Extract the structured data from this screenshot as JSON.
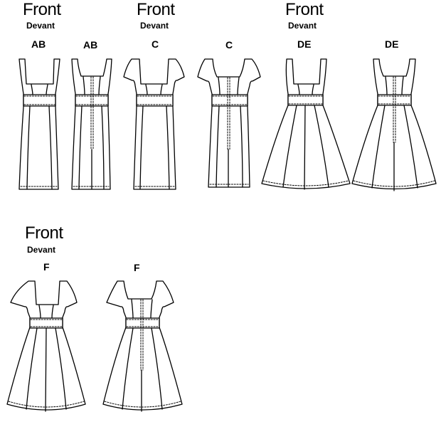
{
  "groups": [
    {
      "front": "Front",
      "devant": "Devant"
    },
    {
      "front": "Front",
      "devant": "Devant"
    },
    {
      "front": "Front",
      "devant": "Devant"
    },
    {
      "front": "Front",
      "devant": "Devant"
    }
  ],
  "views": [
    {
      "label": "AB"
    },
    {
      "label": "AB"
    },
    {
      "label": "C"
    },
    {
      "label": "C"
    },
    {
      "label": "DE"
    },
    {
      "label": "DE"
    },
    {
      "label": "F"
    },
    {
      "label": "F"
    }
  ]
}
